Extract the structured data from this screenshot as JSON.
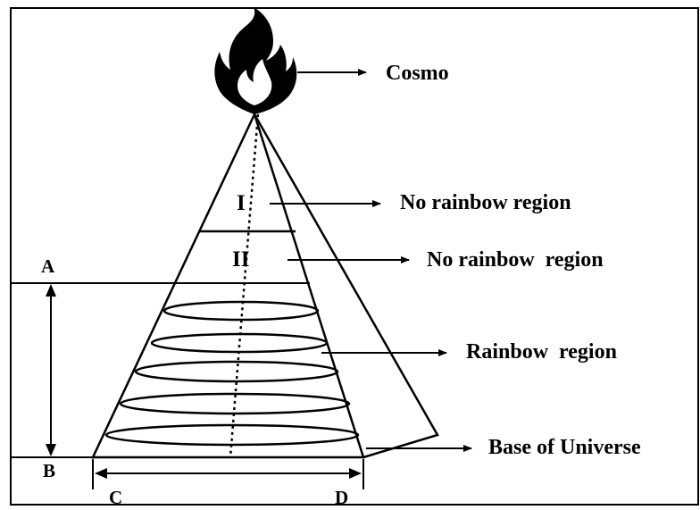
{
  "diagram": {
    "labels": {
      "cosmo": "Cosmo",
      "region_1": "No rainbow region",
      "region_2": "No rainbow  region",
      "region_3": "Rainbow  region",
      "base": "Base of Universe"
    },
    "roman": {
      "one": "I",
      "two": "II"
    },
    "points": {
      "a": "A",
      "b": "B",
      "c": "C",
      "d": "D"
    },
    "ring_count": 5,
    "colors": {
      "ink": "#000000",
      "background": "#ffffff"
    },
    "icon": "flame-icon"
  }
}
